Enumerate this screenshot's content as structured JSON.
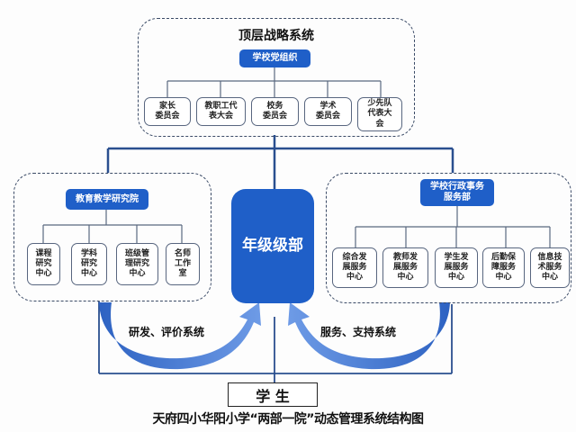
{
  "top_system": {
    "title": "顶层战略系统",
    "root": "学校党组织",
    "children": [
      "家长\n委员会",
      "教职工代\n表大会",
      "校务\n委员会",
      "学术\n委员会",
      "少先队\n代表大\n会"
    ]
  },
  "left_system": {
    "root": "教育教学研究院",
    "children": [
      "课程\n研究\n中心",
      "学科\n研究\n中心",
      "班级管\n理研究\n中心",
      "名师\n工作\n室"
    ]
  },
  "right_system": {
    "root": "学校行政事务\n服务部",
    "children": [
      "综合发\n展服务\n中心",
      "教师发\n展服务\n中心",
      "学生发\n展服务\n中心",
      "后勤保\n障服务\n中心",
      "信息技\n术服务\n中心"
    ]
  },
  "center": {
    "label": "年级级部"
  },
  "left_arrow_label": "研发、评价系统",
  "right_arrow_label": "服务、支持系统",
  "student": "学 生",
  "caption": "天府四小华阳小学“两部一院”动态管理系统结构图",
  "colors": {
    "primary": "#1f5fc8",
    "line": "#2a4f8f",
    "arrow": "#3a72cf"
  }
}
